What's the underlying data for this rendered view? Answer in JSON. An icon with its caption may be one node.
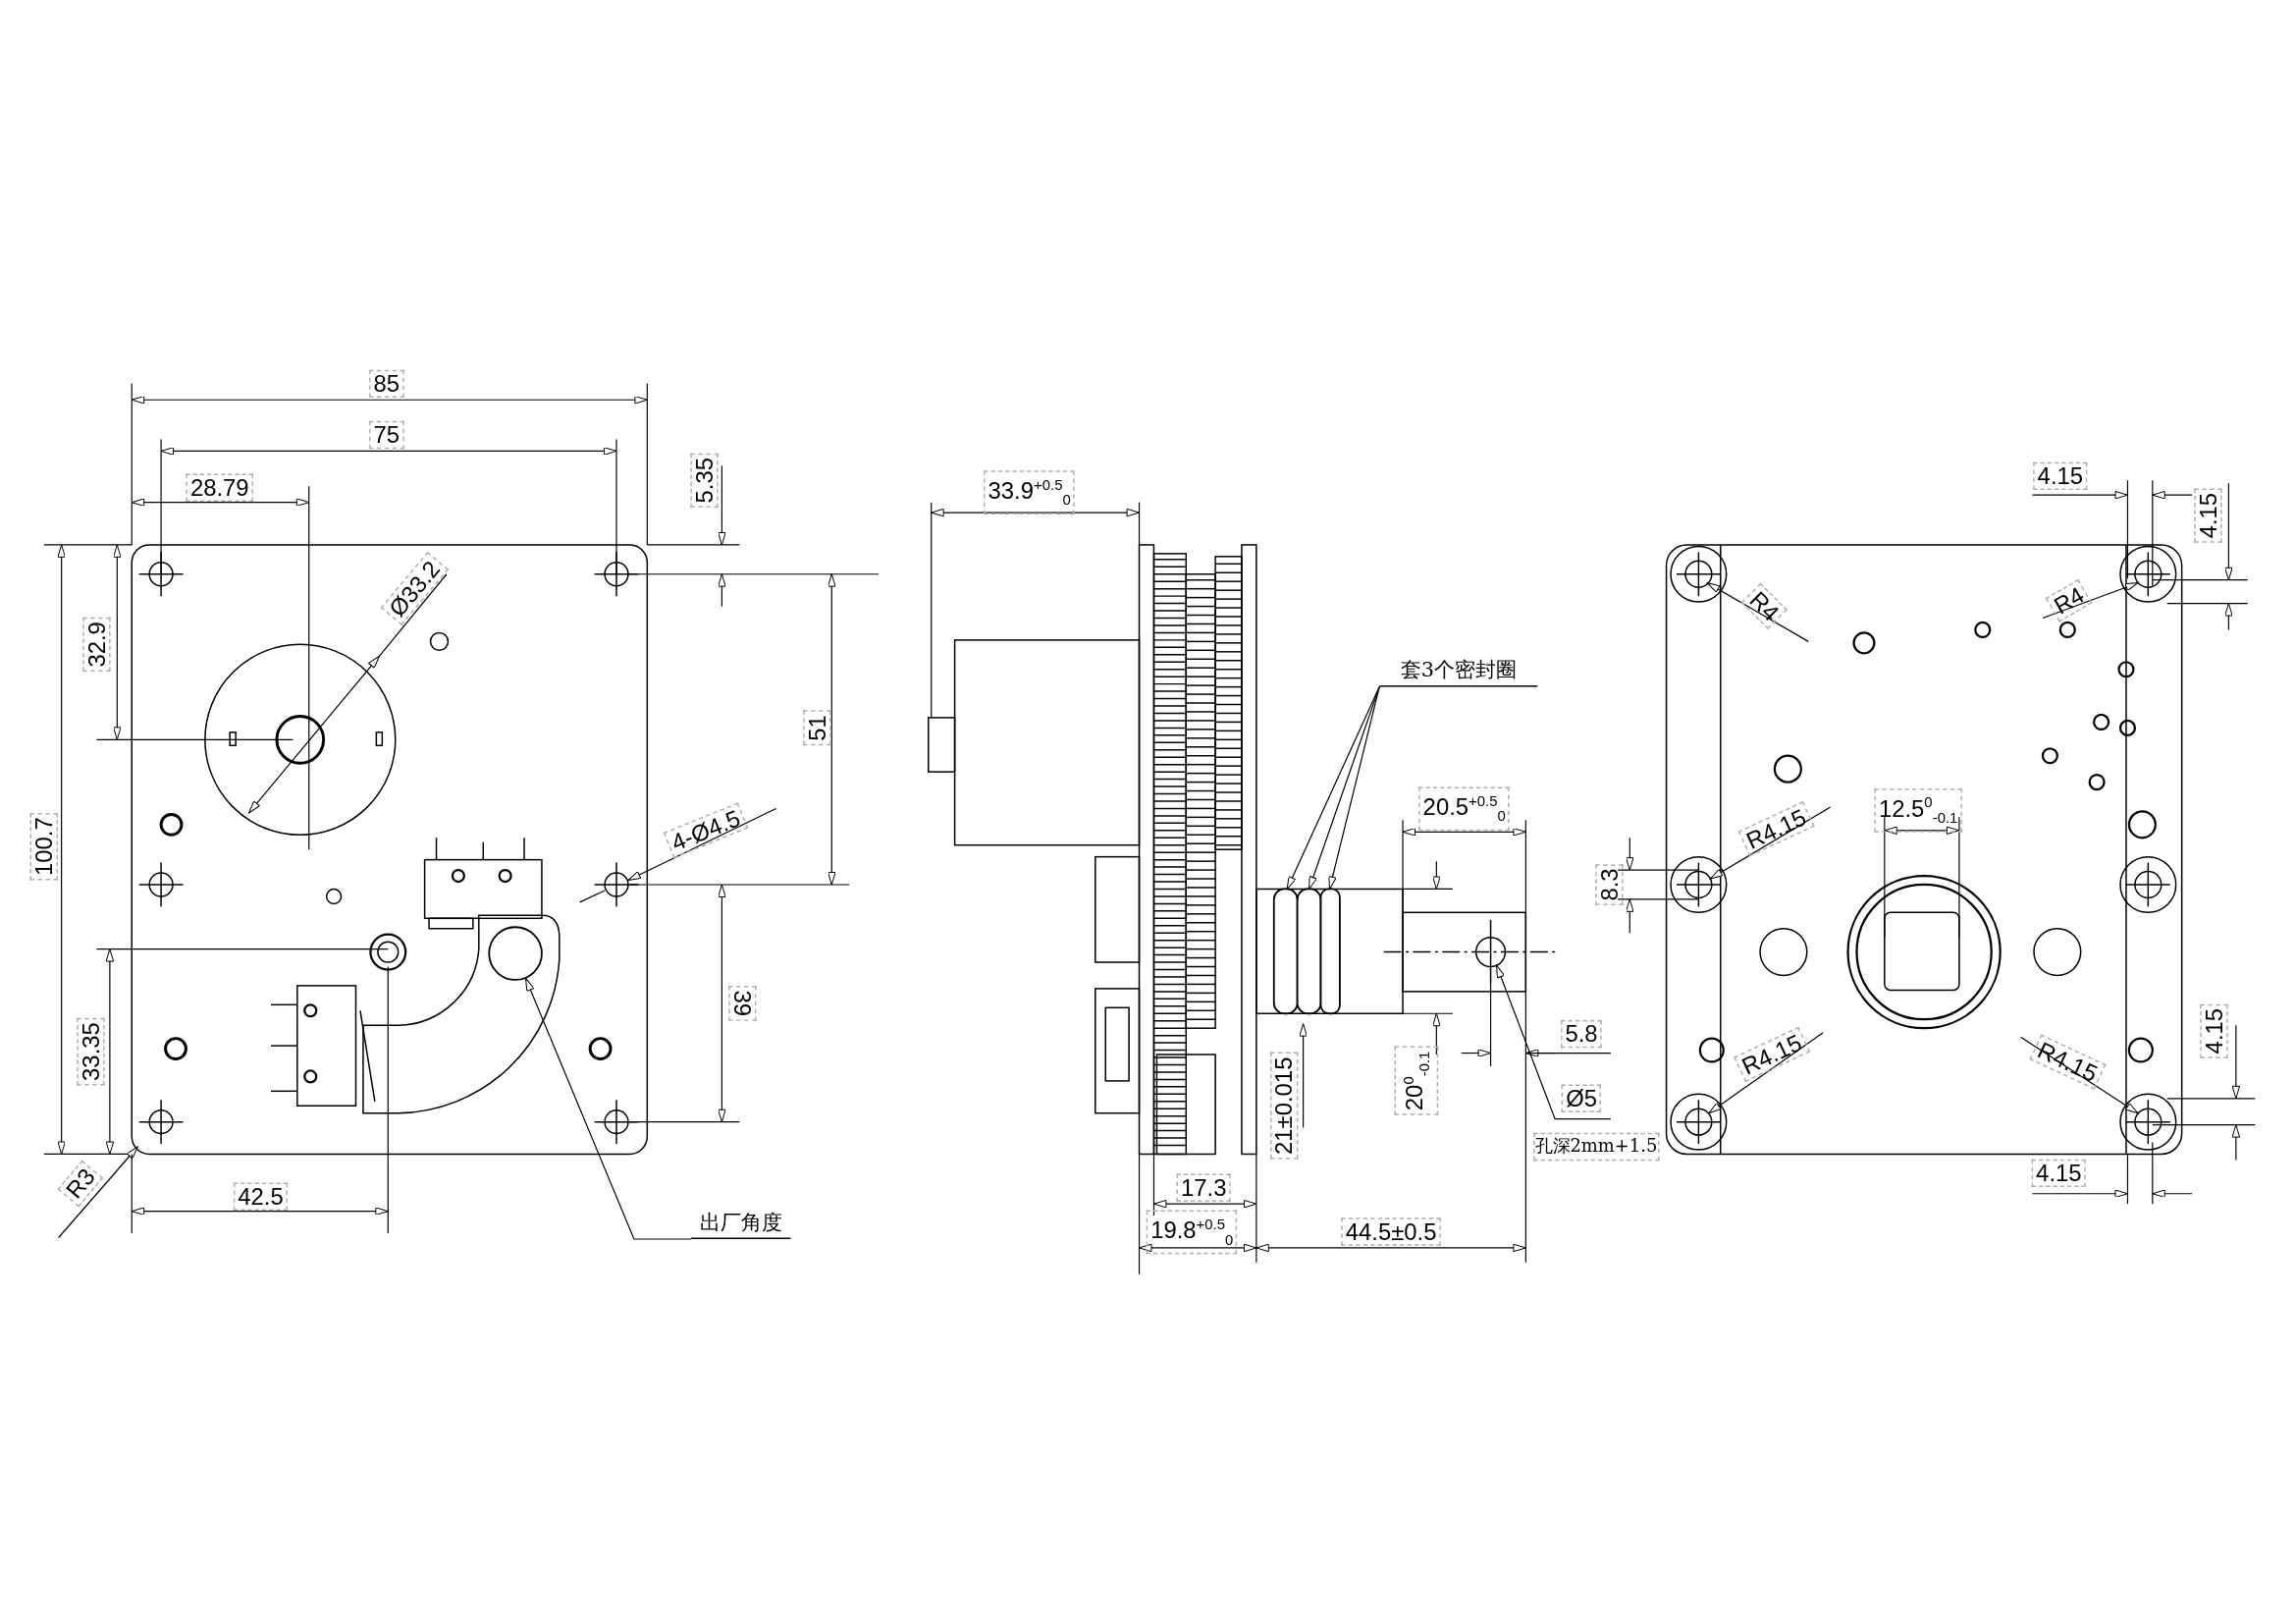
{
  "diagram": {
    "nodes": [
      {
        "text": [
          "出厂角度"
        ]
      },
      {
        "text": [],
        "shape": "circle"
      },
      {
        "text": [
          "套3个密封圈"
        ]
      },
      {
        "text": [],
        "shape": "box"
      },
      {
        "text": [],
        "shape": "box"
      },
      {
        "text": [],
        "shape": "box"
      }
    ],
    "edges": [
      {
        "from": 0,
        "to": 1,
        "arrow": "to"
      },
      {
        "from": 2,
        "to": 3,
        "arrow": "to"
      },
      {
        "from": 2,
        "to": 4,
        "arrow": "to"
      },
      {
        "from": 2,
        "to": 5,
        "arrow": "to"
      }
    ],
    "labels": [
      "85",
      "75",
      "28.79",
      "5.35",
      "Ø33.2",
      "32.9",
      "51",
      "100.7",
      "4-Ø4.5",
      "39",
      "33.35",
      "R3",
      "42.5",
      "33.9$^{+0.5}$$_{0}$",
      "20.5$^{+0.5}$$_{0}$",
      "8.3",
      "21±0.015",
      "20$^{0}$$_{-0.1}$",
      "5.8",
      "Ø5",
      "孔深2mm+1.5",
      "17.3",
      "19.8$^{+0.5}$$_{0}$",
      "44.5±0.5",
      "4.15",
      "4.15",
      "R4",
      "R4",
      "12.5$^{0}$$_{-0.1}$",
      "R4.15",
      "R4.15",
      "R4.15",
      "4.15",
      "4.15"
    ]
  }
}
